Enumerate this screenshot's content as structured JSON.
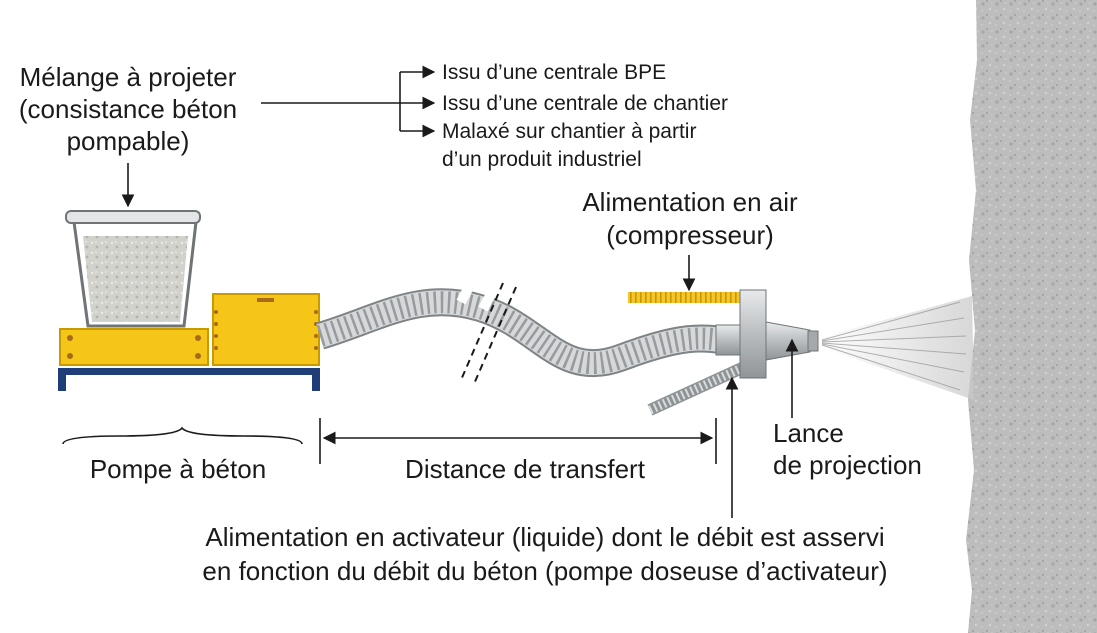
{
  "mix": {
    "line1": "Mélange à projeter",
    "line2": "(consistance béton",
    "line3": "pompable)"
  },
  "sources": {
    "bpe": "Issu d’une centrale BPE",
    "site_plant": "Issu d’une centrale de chantier",
    "mixed_line1": "Malaxé sur chantier à partir",
    "mixed_line2": "d’un produit industriel"
  },
  "air": {
    "line1": "Alimentation en air",
    "line2": "(compresseur)"
  },
  "pump_label": "Pompe à béton",
  "transfer_label": "Distance de transfert",
  "lance": {
    "line1": "Lance",
    "line2": "de projection"
  },
  "activator": {
    "line1": "Alimentation en activateur (liquide) dont le débit est asservi",
    "line2": "en fonction du débit du béton (pompe doseuse d’activateur)"
  },
  "colors": {
    "pump_yellow": "#f5c518",
    "pump_edge": "#c99a00",
    "frame_navy": "#1f3e78",
    "hose_gray": "#c8cacc",
    "air_hose": "#f2c026",
    "wall_gray": "#b6b6b6"
  }
}
